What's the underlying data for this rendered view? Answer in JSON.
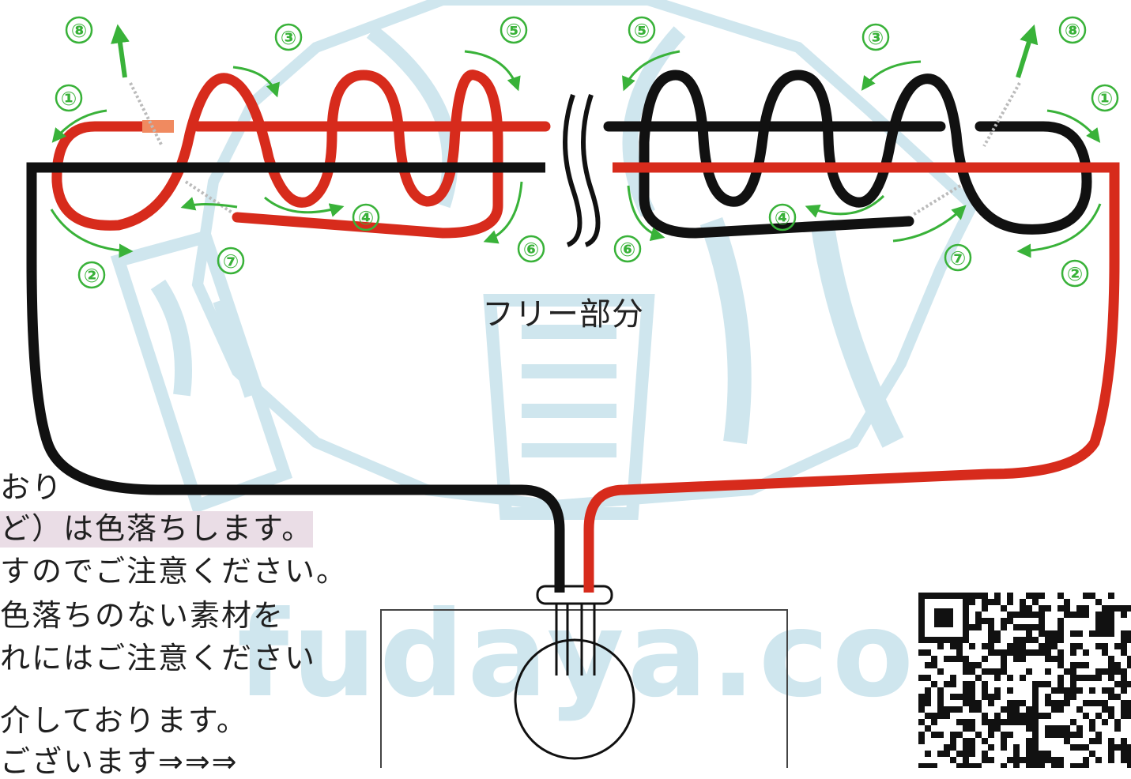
{
  "colors": {
    "red_cord": "#d72b1c",
    "black_cord": "#111111",
    "arrow_green": "#39b239",
    "watermark_blue": "#cfe6ee",
    "highlight": "#eadde6"
  },
  "watermark": {
    "site": "fudaya.com"
  },
  "diagram": {
    "free_part_label": "フリー部分",
    "left_steps": [
      "①",
      "②",
      "③",
      "④",
      "⑤",
      "⑥",
      "⑦",
      "⑧"
    ],
    "right_steps": [
      "①",
      "②",
      "③",
      "④",
      "⑤",
      "⑥",
      "⑦",
      "⑧"
    ]
  },
  "notes": {
    "line1": "おり",
    "line2": "ど）は色落ちします。",
    "line3": "すのでご注意ください。",
    "line4": "色落ちのない素材を",
    "line5": "れにはご注意ください",
    "line6": "介しております。",
    "line7": "ございます⇒⇒⇒"
  },
  "qr": {
    "icon": "qr-code-icon"
  }
}
